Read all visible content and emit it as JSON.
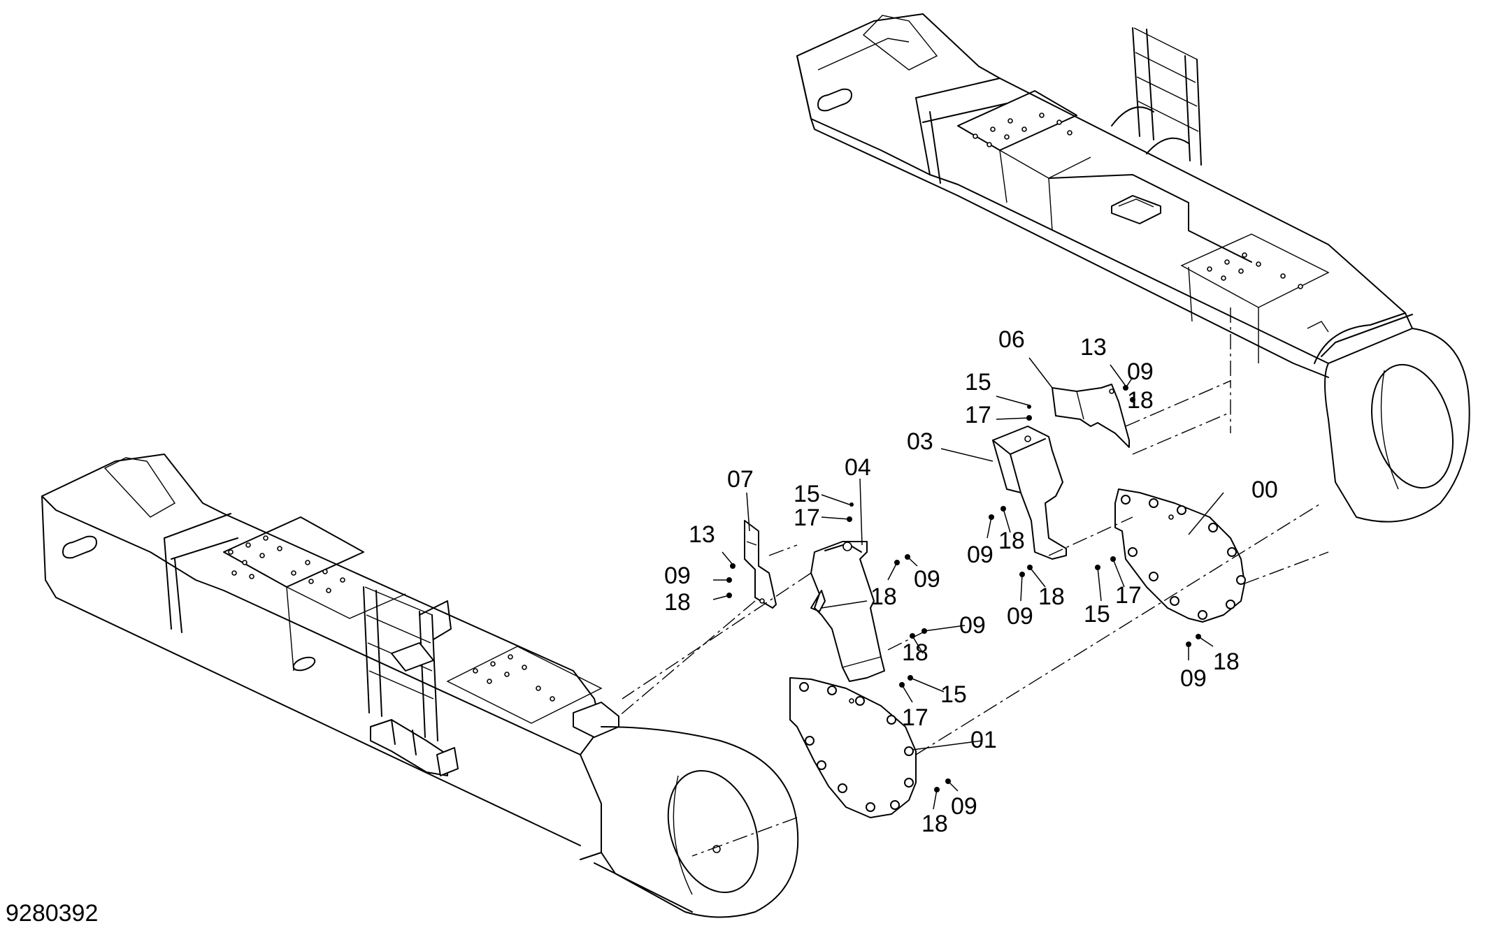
{
  "document_id": "9280392",
  "callouts": {
    "c00": "00",
    "c01": "01",
    "c03": "03",
    "c04": "04",
    "c06": "06",
    "c07": "07",
    "c09": "09",
    "c13": "13",
    "c15": "15",
    "c17": "17",
    "c18": "18"
  },
  "icons": {
    "track-frame": "track-frame-icon",
    "cover": "cover-plate-icon",
    "bracket": "bracket-icon",
    "bolt": "bolt-icon"
  },
  "colors": {
    "line": "#000000",
    "background": "#ffffff"
  }
}
